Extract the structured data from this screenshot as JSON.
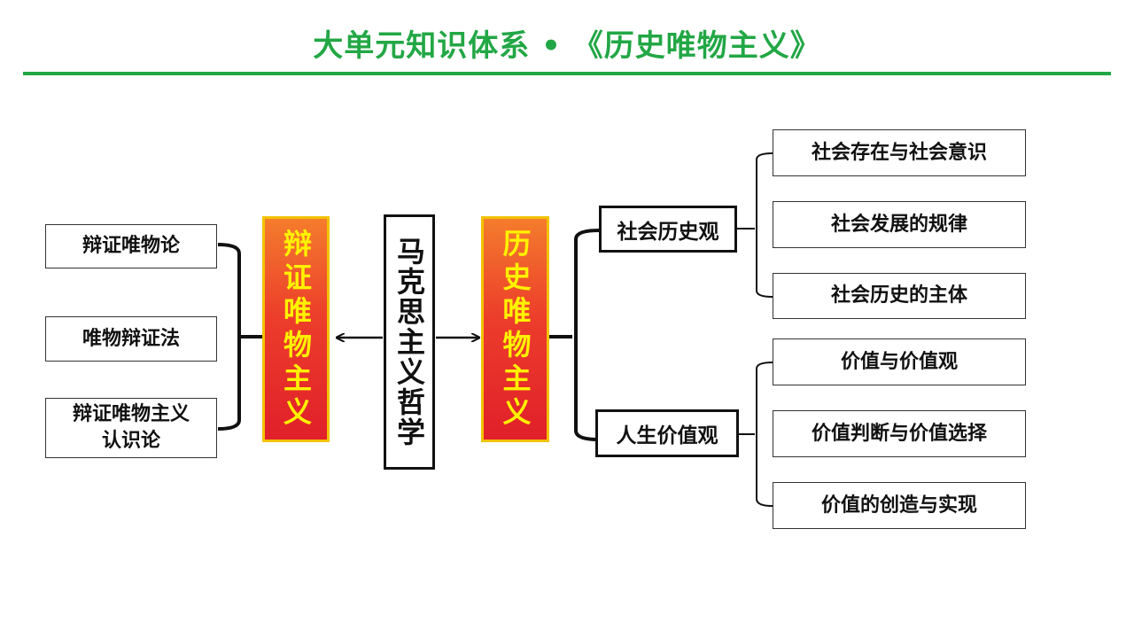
{
  "header": {
    "title": "大单元知识体系 • 《历史唯物主义》"
  },
  "center": {
    "label": "马克思主义哲学"
  },
  "left_main": {
    "label": "辩证唯物主义"
  },
  "right_main": {
    "label": "历史唯物主义"
  },
  "left_items": [
    "辩证唯物论",
    "唯物辩证法",
    "辩证唯物主义认识论"
  ],
  "branches": [
    {
      "label": "社会历史观",
      "children": [
        "社会存在与社会意识",
        "社会发展的规律",
        "社会历史的主体"
      ]
    },
    {
      "label": "人生价值观",
      "children": [
        "价值与价值观",
        "价值判断与价值选择",
        "价值的创造与实现"
      ]
    }
  ]
}
